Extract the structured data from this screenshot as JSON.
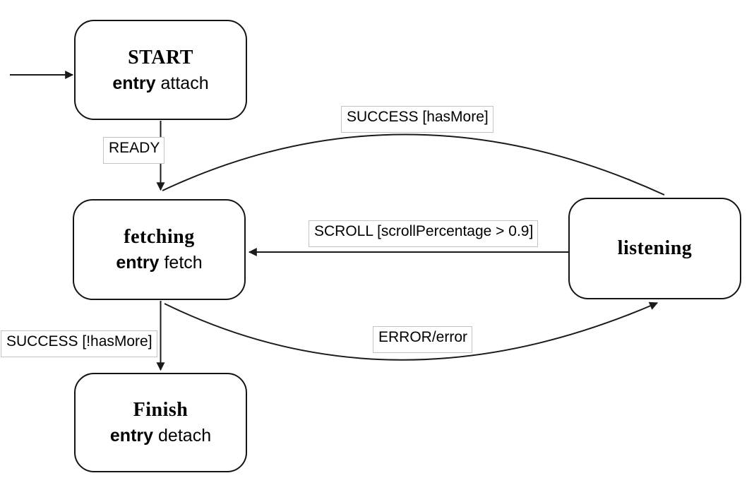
{
  "diagram": {
    "type": "state-machine",
    "background": "#ffffff",
    "colors": {
      "state_border": "#141414",
      "state_fill": "#ffffff",
      "edge_stroke": "#1a1a1a",
      "label_border": "#c3c3c3",
      "label_fill": "#ffffff",
      "text": "#000000"
    },
    "states": [
      {
        "id": "start",
        "title": "START",
        "entry_keyword": "entry",
        "entry_action": "attach"
      },
      {
        "id": "fetching",
        "title": "fetching",
        "entry_keyword": "entry",
        "entry_action": "fetch"
      },
      {
        "id": "listening",
        "title": "listening"
      },
      {
        "id": "finish",
        "title": "Finish",
        "entry_keyword": "entry",
        "entry_action": "detach"
      }
    ],
    "transitions": [
      {
        "id": "initial",
        "label": "",
        "from": "",
        "to": "START"
      },
      {
        "id": "ready",
        "label": "READY",
        "from": "START",
        "to": "fetching"
      },
      {
        "id": "success-hasmore",
        "label": "SUCCESS [hasMore]",
        "from": "listening",
        "to": "fetching"
      },
      {
        "id": "scroll",
        "label": "SCROLL [scrollPercentage > 0.9]",
        "from": "listening",
        "to": "fetching"
      },
      {
        "id": "error",
        "label": "ERROR/error",
        "from": "fetching",
        "to": "listening"
      },
      {
        "id": "success-nomore",
        "label": "SUCCESS [!hasMore]",
        "from": "fetching",
        "to": "Finish"
      }
    ]
  }
}
